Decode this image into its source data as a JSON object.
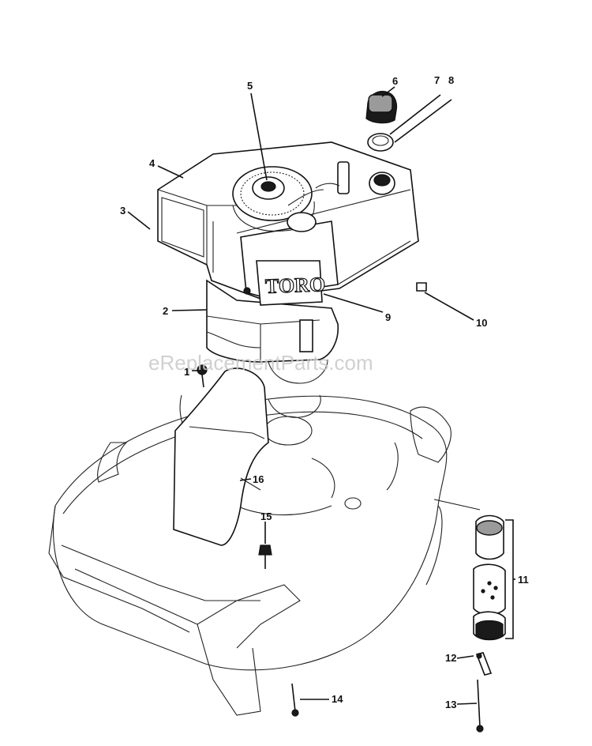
{
  "diagram": {
    "watermark": "eReplacementParts.com",
    "brand_label": "TORO",
    "callouts": {
      "c1": "1",
      "c2": "2",
      "c3": "3",
      "c4": "4",
      "c5": "5",
      "c6": "6",
      "c7": "7",
      "c8": "8",
      "c9": "9",
      "c10": "10",
      "c11": "11",
      "c12": "12",
      "c13": "13",
      "c14": "14",
      "c15": "15",
      "c16": "16"
    }
  }
}
